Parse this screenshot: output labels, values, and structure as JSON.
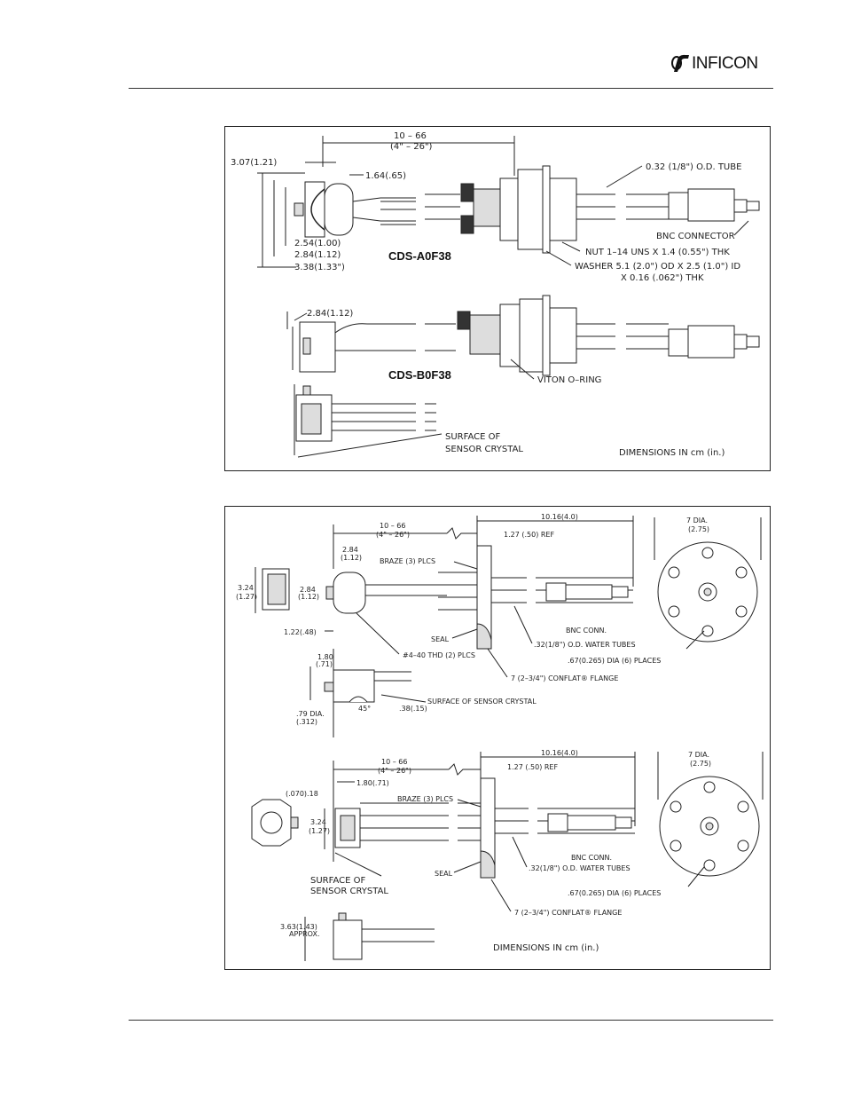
{
  "header": {
    "brand": "INFICON"
  },
  "figure_top": {
    "dims": {
      "length_range": "10 – 66",
      "length_range_in": "(4\" – 26\")",
      "left_offset": "3.07(1.21)",
      "inner_offset": "1.64(.65)",
      "h1": "2.54(1.00)",
      "h2": "2.84(1.12)",
      "h3": "3.38(1.33\")",
      "b_offset": "2.84(1.12)"
    },
    "callouts": {
      "tube": "0.32  (1/8\")  O.D.  TUBE",
      "bnc": "BNC  CONNECTOR",
      "nut": "NUT  1–14  UNS  X  1.4  (0.55\")  THK",
      "washer": "WASHER  5.1  (2.0\")  OD  X  2.5  (1.0\")  ID",
      "washer2": "X  0.16  (.062\")  THK",
      "oring": "VITON  O–RING",
      "surface1": "SURFACE  OF",
      "surface2": "SENSOR  CRYSTAL",
      "dimensions": "DIMENSIONS  IN  cm  (in.)"
    },
    "models": {
      "a": "CDS-A0F38",
      "b": "CDS-B0F38"
    }
  },
  "figure_bottom": {
    "upper": {
      "length_range": "10 – 66",
      "length_range_in": "(4\" – 26\")",
      "flange_len": "10.16(4.0)",
      "ref": "1.27  (.50)  REF",
      "dia": "7  DIA.",
      "dia_in": "(2.75)",
      "w1": "2.84",
      "w1_in": "(1.12)",
      "h_left": "3.24",
      "h_left_in": "(1.27)",
      "h_mid": "2.84",
      "h_mid_in": "(1.12)",
      "offset": "1.22(.48)",
      "braze": "BRAZE  (3)  PLCS",
      "seal": "SEAL",
      "bnc": "BNC  CONN.",
      "tubes": ".32(1/8\")  O.D.  WATER  TUBES",
      "holes": ".67(0.265)  DIA  (6)  PLACES",
      "thd": "#4–40  THD  (2)  PLCS",
      "flange": "7  (2–3/4\")  CONFLAT® FLANGE",
      "side_h": "1.80",
      "side_h_in": "(.71)",
      "angle": "45°",
      "surface_offset": ".38(.15)",
      "surface": "SURFACE  OF  SENSOR  CRYSTAL",
      "hole_dia": ".79  DIA.",
      "hole_dia_in": "(.312)"
    },
    "lower": {
      "length_range": "10 – 66",
      "length_range_in": "(4\" – 26\")",
      "flange_len": "10.16(4.0)",
      "ref": "1.27  (.50)  REF",
      "dia": "7  DIA.",
      "dia_in": "(2.75)",
      "offset_a": "(.070).18",
      "offset_b": "1.80(.71)",
      "h_left": "3.24",
      "h_left_in": "(1.27)",
      "braze": "BRAZE  (3)  PLCS",
      "seal": "SEAL",
      "bnc": "BNC  CONN.",
      "tubes": ".32(1/8\")  O.D.  WATER  TUBES",
      "holes": ".67(0.265)  DIA  (6)  PLACES",
      "surface1": "SURFACE  OF",
      "surface2": "SENSOR  CRYSTAL",
      "flange": "7  (2–3/4\")  CONFLAT® FLANGE",
      "approx": "3.63(1.43)",
      "approx2": "APPROX.",
      "dimensions": "DIMENSIONS  IN  cm  (in.)"
    }
  }
}
